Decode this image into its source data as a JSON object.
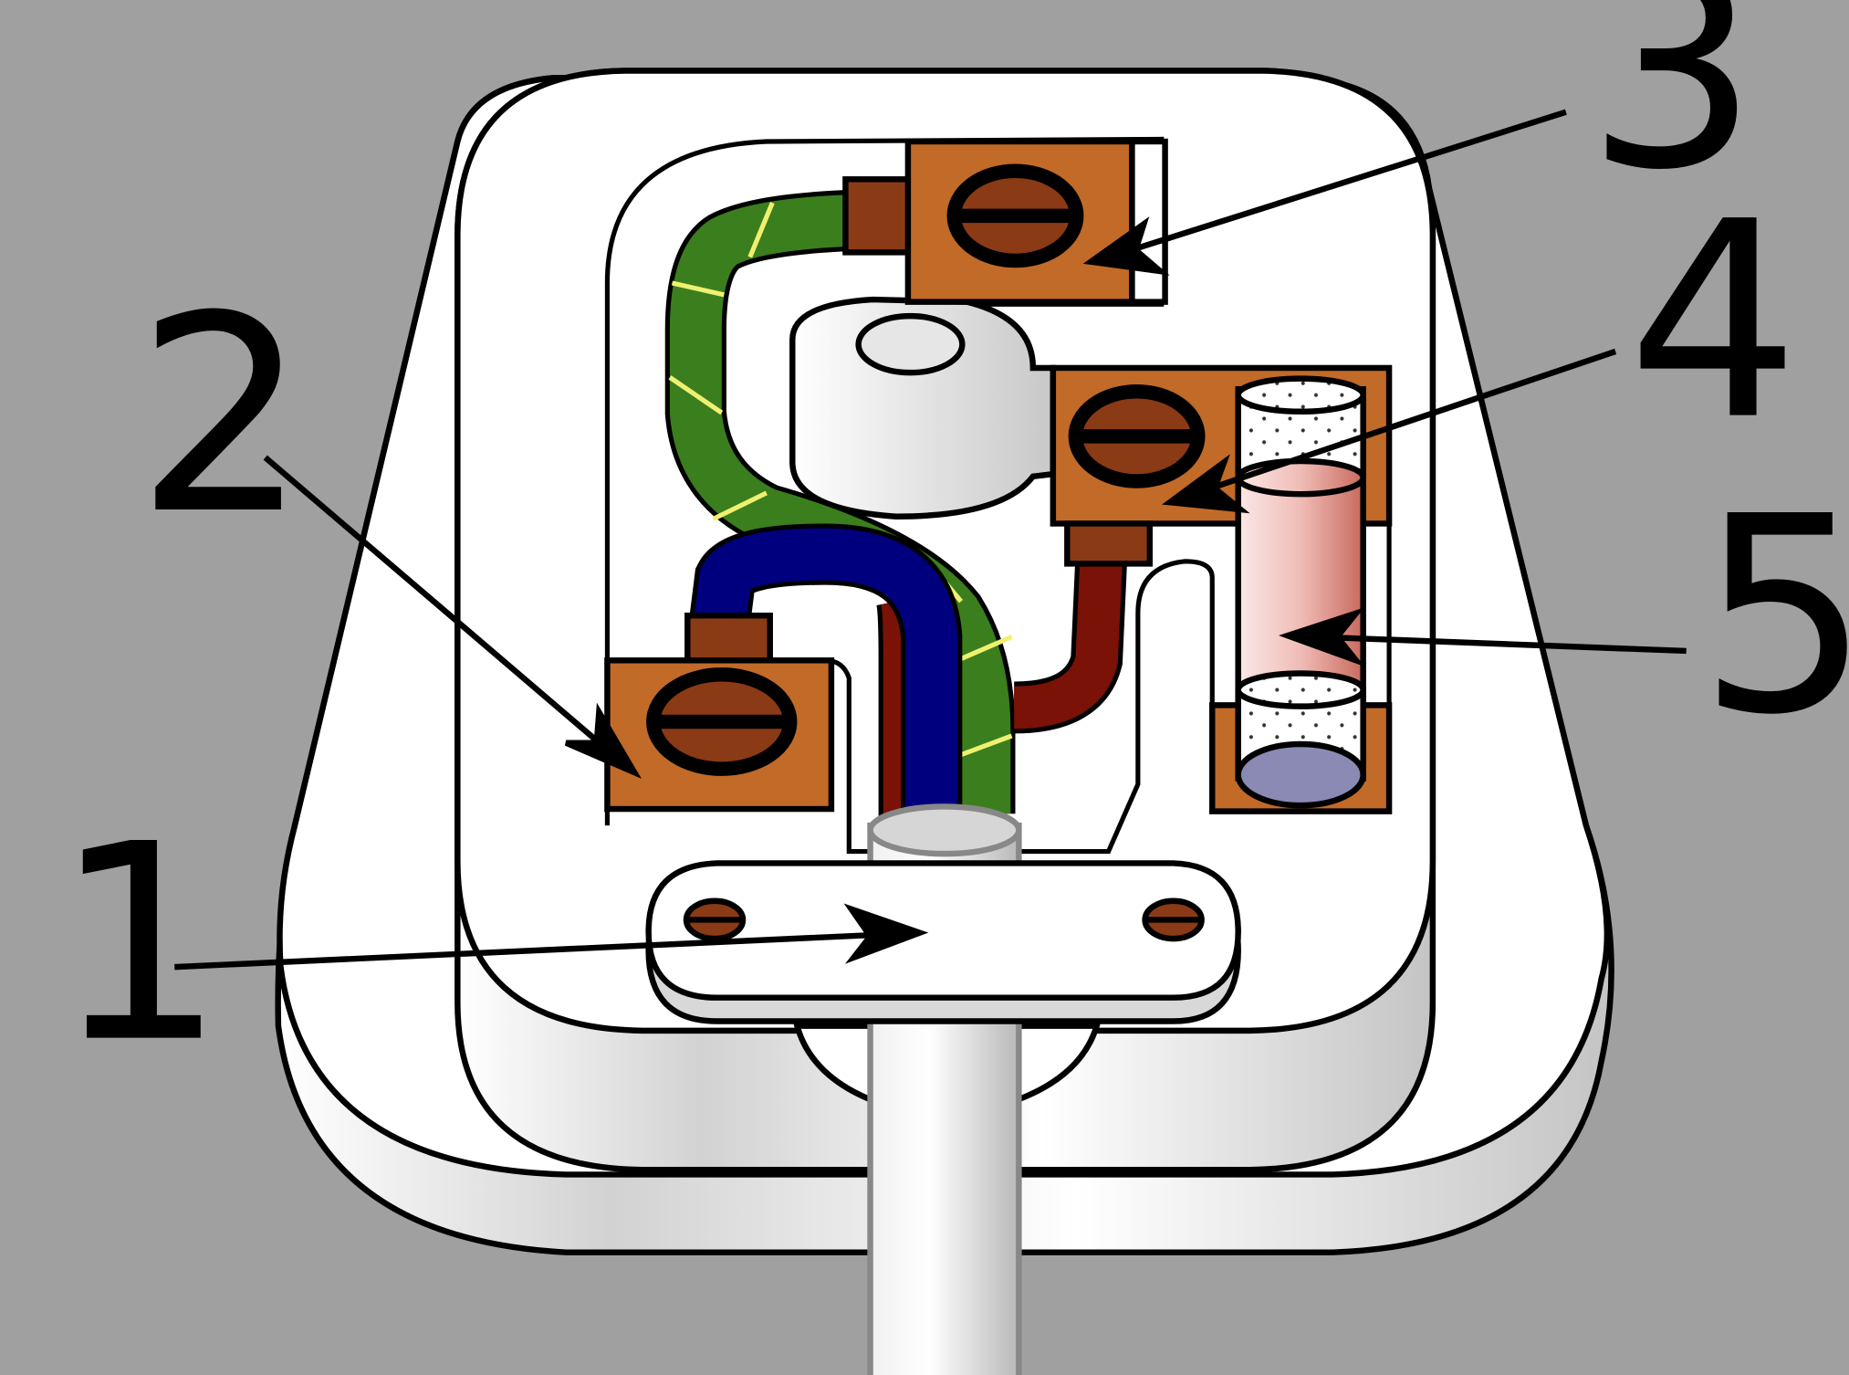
{
  "labels": [
    {
      "id": "cable-grip",
      "text": "1"
    },
    {
      "id": "neutral-terminal",
      "text": "2"
    },
    {
      "id": "earth-terminal",
      "text": "3"
    },
    {
      "id": "live-terminal",
      "text": "4"
    },
    {
      "id": "fuse",
      "text": "5"
    }
  ],
  "colors": {
    "background": "#a0a0a0",
    "terminal_brass": "#c26a28",
    "screw_head": "#8b3a16",
    "earth_wire": "#3b7e1e",
    "earth_stripe": "#f0f070",
    "neutral_wire": "#00007e",
    "live_wire": "#7a1207",
    "fuse_body": "#d47a6c",
    "fuse_end": "#8a8ab4"
  }
}
